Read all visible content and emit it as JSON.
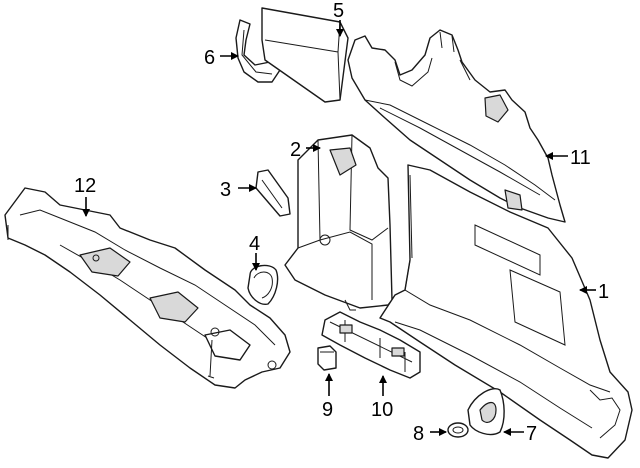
{
  "callouts": [
    {
      "id": "1",
      "label": "1"
    },
    {
      "id": "2",
      "label": "2"
    },
    {
      "id": "3",
      "label": "3"
    },
    {
      "id": "4",
      "label": "4"
    },
    {
      "id": "5",
      "label": "5"
    },
    {
      "id": "6",
      "label": "6"
    },
    {
      "id": "7",
      "label": "7"
    },
    {
      "id": "8",
      "label": "8"
    },
    {
      "id": "9",
      "label": "9"
    },
    {
      "id": "10",
      "label": "10"
    },
    {
      "id": "11",
      "label": "11"
    },
    {
      "id": "12",
      "label": "12"
    }
  ],
  "colors": {
    "line": "#1a1a1a",
    "fill": "#ffffff",
    "shade": "#d9d9d9"
  }
}
